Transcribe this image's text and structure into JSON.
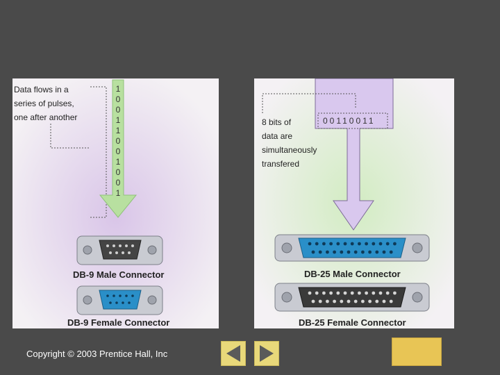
{
  "serial": {
    "caption_lines": [
      "Data flows in a",
      "series of pulses,",
      "one after another"
    ],
    "bits": [
      "1",
      "0",
      "0",
      "1",
      "1",
      "0",
      "0",
      "1",
      "0",
      "0",
      "1"
    ],
    "male_label": "DB-9 Male Connector",
    "female_label": "DB-9 Female Connector"
  },
  "parallel": {
    "caption_lines": [
      "8 bits of",
      "data are",
      "simultaneously",
      "transfered"
    ],
    "bits": "00110011",
    "male_label": "DB-25 Male Connector",
    "female_label": "DB-25 Female Connector"
  },
  "footer": {
    "copyright": "Copyright © 2003 Prentice Hall, Inc"
  },
  "nav": {
    "prev_icon": "triangle-left-icon",
    "next_icon": "triangle-right-icon",
    "button_color": "#e8d87a",
    "home_color": "#e8c555"
  },
  "colors": {
    "arrow_green": "#b8e0a0",
    "arrow_lavender": "#d9c8ee",
    "connector_blue": "#2a8fc8",
    "connector_gray": "#c7c9cf"
  }
}
